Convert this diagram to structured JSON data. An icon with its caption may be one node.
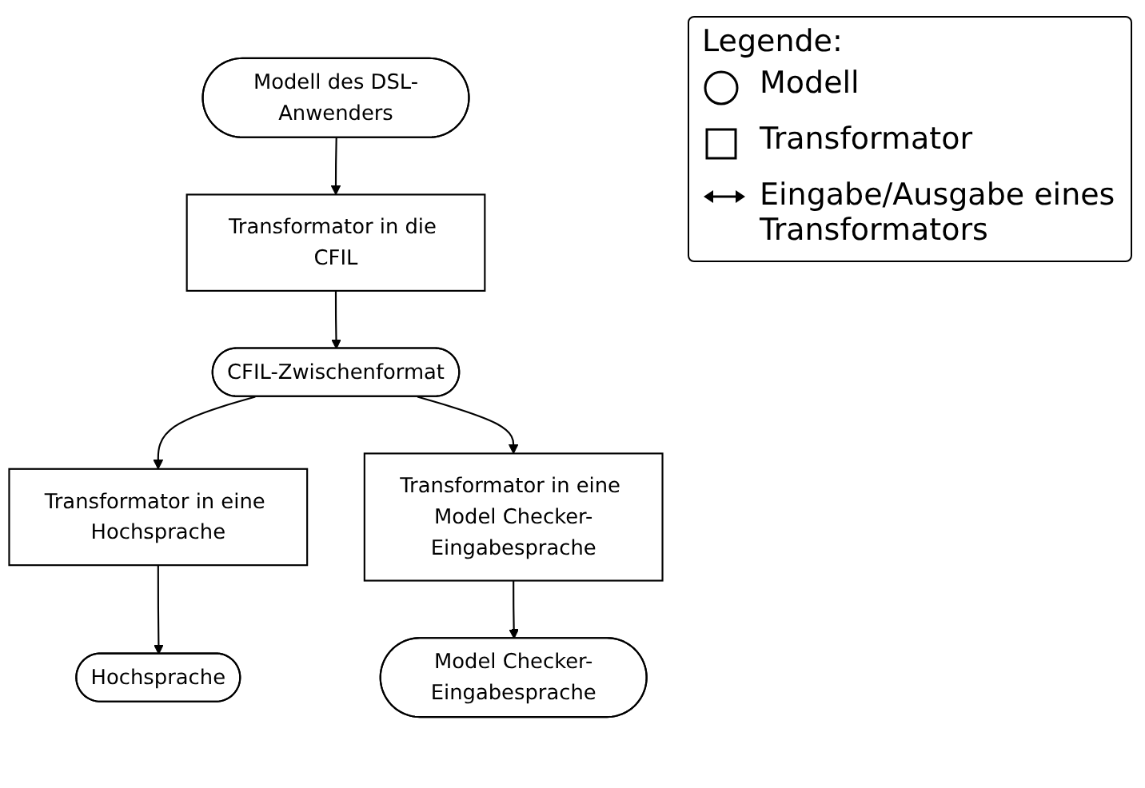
{
  "diagram": {
    "nodes": [
      {
        "text": [
          "Modell des DSL-Anwenders"
        ]
      },
      {
        "text": [
          "Transformator in die CFIL"
        ]
      },
      {
        "text": [
          "CFIL-Zwischenformat"
        ]
      },
      {
        "text": [
          "Transformator in eine Hochsprache"
        ]
      },
      {
        "text": [
          "Transformator in eine Model Checker-Eingabesprache"
        ]
      },
      {
        "text": [
          "Hochsprache"
        ]
      },
      {
        "text": [
          "Model Checker-Eingabesprache"
        ]
      }
    ],
    "edges": [
      {
        "from": 0,
        "to": 1,
        "arrow": "to"
      },
      {
        "from": 1,
        "to": 2,
        "arrow": "to"
      },
      {
        "from": 2,
        "to": 3,
        "arrow": "to"
      },
      {
        "from": 2,
        "to": 4,
        "arrow": "to"
      },
      {
        "from": 3,
        "to": 5,
        "arrow": "to"
      },
      {
        "from": 4,
        "to": 6,
        "arrow": "to"
      }
    ],
    "labels": [
      "Legende:"
    ],
    "legend": [
      {
        "text": "Modell"
      },
      {
        "text": "Transformator"
      },
      {
        "text": "Eingabe/Ausgabe eines Transformators"
      }
    ]
  }
}
